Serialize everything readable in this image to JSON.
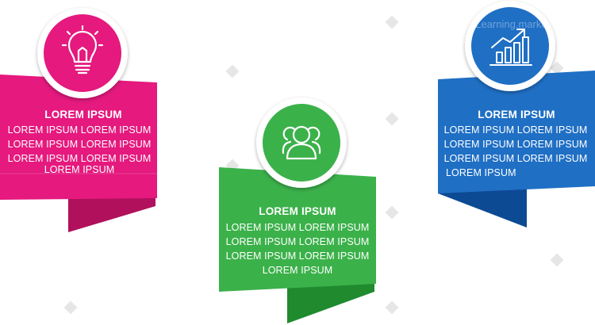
{
  "cards": [
    {
      "title": "LOREM IPSUM",
      "lines": [
        "LOREM IPSUM LOREM IPSUM",
        "LOREM IPSUM LOREM IPSUM",
        "LOREM IPSUM LOREM IPSUM",
        "LOREM IPSUM"
      ],
      "icon": "lightbulb-icon",
      "color": "#e5197e",
      "dark": "#b0105c"
    },
    {
      "title": "LOREM IPSUM",
      "lines": [
        "LOREM IPSUM LOREM IPSUM",
        "LOREM IPSUM LOREM IPSUM",
        "LOREM IPSUM LOREM IPSUM",
        "LOREM IPSUM"
      ],
      "icon": "users-icon",
      "color": "#3bb14a",
      "dark": "#1f8a2e"
    },
    {
      "title": "LOREM IPSUM",
      "lines": [
        "LOREM IPSUM LOREM IPSUM",
        "LOREM IPSUM LOREM IPSUM",
        "LOREM IPSUM LOREM IPSUM",
        "LOREM IPSUM"
      ],
      "icon": "bar-chart-growth-icon",
      "color": "#1f6fc4",
      "dark": "#0d4a94"
    }
  ],
  "watermark": "eLearning.market"
}
